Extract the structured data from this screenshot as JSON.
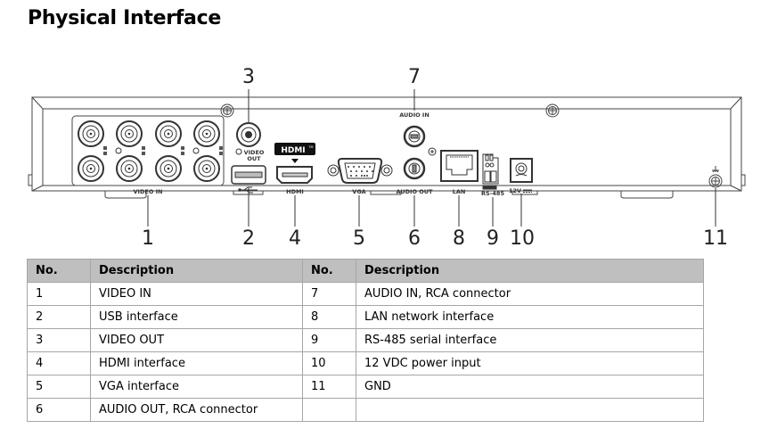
{
  "title": "Physical Interface",
  "diagram": {
    "panel_labels": {
      "video_in": "VIDEO IN",
      "video_out_line1": "VIDEO",
      "video_out_line2": "OUT",
      "hdmi_logo": "HDMI",
      "hdmi_tm": "TM",
      "hdmi": "HDMI",
      "vga": "VGA",
      "audio_in": "AUDIO IN",
      "audio_out": "AUDIO OUT",
      "lan": "LAN",
      "rs485": "RS-485",
      "power": "12V",
      "usb_icon": "usb-icon",
      "ground_icon": "ground-icon"
    },
    "callouts": [
      "1",
      "2",
      "3",
      "4",
      "5",
      "6",
      "7",
      "8",
      "9",
      "10",
      "11"
    ]
  },
  "table": {
    "headers": [
      "No.",
      "Description",
      "No.",
      "Description"
    ],
    "rows": [
      {
        "no1": "1",
        "desc1": "VIDEO IN",
        "no2": "7",
        "desc2": "AUDIO IN, RCA connector"
      },
      {
        "no1": "2",
        "desc1": "USB interface",
        "no2": "8",
        "desc2": "LAN network interface"
      },
      {
        "no1": "3",
        "desc1": "VIDEO OUT",
        "no2": "9",
        "desc2": "RS-485 serial interface"
      },
      {
        "no1": "4",
        "desc1": "HDMI interface",
        "no2": "10",
        "desc2": "12 VDC power input"
      },
      {
        "no1": "5",
        "desc1": "VGA interface",
        "no2": "11",
        "desc2": "GND"
      },
      {
        "no1": "6",
        "desc1": "AUDIO OUT, RCA connector",
        "no2": "",
        "desc2": ""
      }
    ]
  }
}
